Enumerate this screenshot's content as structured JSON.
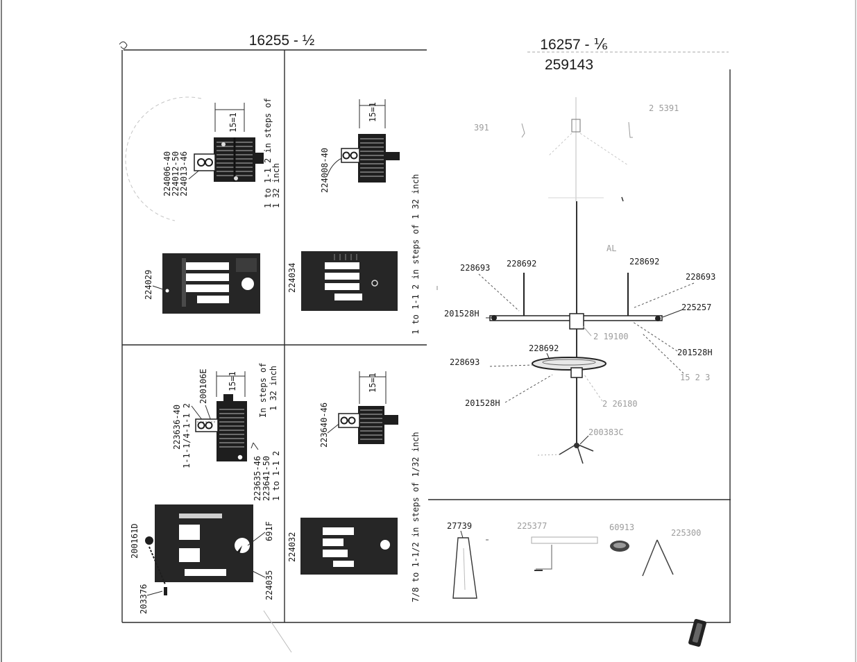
{
  "page": {
    "left_title": "16255 - ½",
    "right_title": "16257 - ⅙",
    "right_subtitle": "259143"
  },
  "throat_plates": {
    "upper_left": {
      "feed_dog_parts": [
        "224006-40",
        "224012-50",
        "224013-46"
      ],
      "gauge": "15=1",
      "range": [
        "1 to 1-1 2 in steps of",
        "1 32 inch"
      ],
      "plate": "224029"
    },
    "upper_right": {
      "feed_dog_part": "224008-40",
      "gauge": "15=1",
      "range": "1 to 1-1 2 in steps of 1 32 inch",
      "plate": "224034"
    },
    "lower_left": {
      "feed_dog_parts": [
        "223636-40",
        "1-1-1/4-1-1 2"
      ],
      "screw": "200106E",
      "gauge": "15=1",
      "steps": [
        "In steps of",
        "1 32 inch"
      ],
      "feed_dog_parts_b": [
        "223635-46",
        "223641-50",
        "1 to 1-1 2"
      ],
      "spring": "200161D",
      "pin": "203376",
      "hole": "691F",
      "plate": "224035"
    },
    "lower_right": {
      "feed_dog_part": "223640-46",
      "gauge": "15=1",
      "range": "7/8 to 1-1/2 in steps of 1/32 inch",
      "plate": "224032"
    }
  },
  "spool_stand": {
    "top_left": "391",
    "top_right": "2 5391",
    "center_mark": "AL",
    "pin_left_outer": "228693",
    "pin_left": "228692",
    "pin_right": "228692",
    "pin_right_outer": "228693",
    "arm_right": "225257",
    "arm_left_end": "201528H",
    "arm_right_end": "201528H",
    "hub": "2 19100",
    "rod_right": "15 2 3",
    "disc_pin": "228692",
    "disc_outer": "228693",
    "disc_end": "201528H",
    "disc_right": "2 26180",
    "base": "200383C"
  },
  "accessories": {
    "cone": "27739",
    "tube": "225377",
    "disc": "60913",
    "wire": "225300"
  }
}
